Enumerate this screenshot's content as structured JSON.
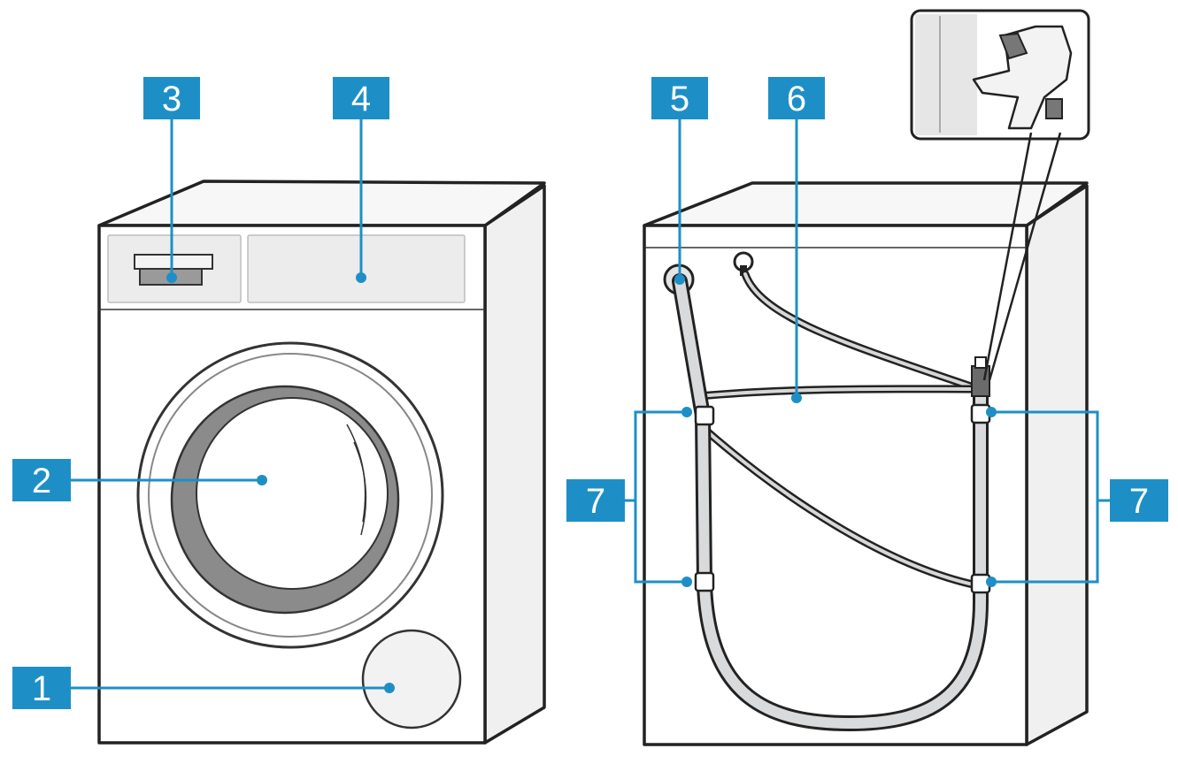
{
  "callouts": [
    {
      "id": "1",
      "label": "1"
    },
    {
      "id": "2",
      "label": "2"
    },
    {
      "id": "3",
      "label": "3"
    },
    {
      "id": "4",
      "label": "4"
    },
    {
      "id": "5",
      "label": "5"
    },
    {
      "id": "6",
      "label": "6"
    },
    {
      "id": "7a",
      "label": "7"
    },
    {
      "id": "7b",
      "label": "7"
    }
  ],
  "colors": {
    "callout_fill": "#1e8fc6",
    "callout_text": "#ffffff",
    "outline": "#222222"
  }
}
